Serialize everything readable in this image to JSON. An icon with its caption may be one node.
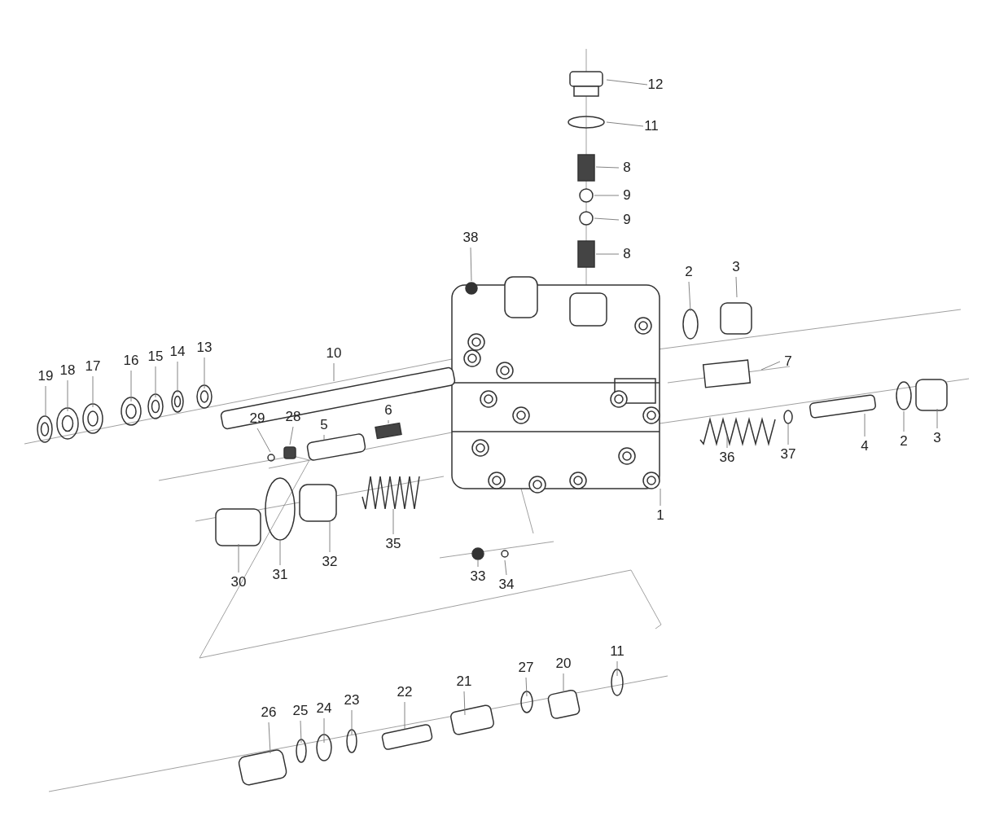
{
  "diagram": {
    "nodes": [
      {
        "text": [
          "12"
        ]
      },
      {
        "text": [
          "11"
        ]
      },
      {
        "text": [
          "8"
        ]
      },
      {
        "text": [
          "9"
        ]
      },
      {
        "text": [
          "9"
        ]
      },
      {
        "text": [
          "8"
        ]
      },
      {
        "text": [
          "38"
        ]
      },
      {
        "text": [
          "2"
        ]
      },
      {
        "text": [
          "3"
        ]
      },
      {
        "text": [
          "10"
        ]
      },
      {
        "text": [
          "7"
        ]
      },
      {
        "text": [
          "19"
        ]
      },
      {
        "text": [
          "18"
        ]
      },
      {
        "text": [
          "17"
        ]
      },
      {
        "text": [
          "16"
        ]
      },
      {
        "text": [
          "15"
        ]
      },
      {
        "text": [
          "14"
        ]
      },
      {
        "text": [
          "13"
        ]
      },
      {
        "text": [
          "29"
        ]
      },
      {
        "text": [
          "28"
        ]
      },
      {
        "text": [
          "5"
        ]
      },
      {
        "text": [
          "6"
        ]
      },
      {
        "text": [
          "36"
        ]
      },
      {
        "text": [
          "37"
        ]
      },
      {
        "text": [
          "4"
        ]
      },
      {
        "text": [
          "2"
        ]
      },
      {
        "text": [
          "3"
        ]
      },
      {
        "text": [
          "1"
        ]
      },
      {
        "text": [
          "30"
        ]
      },
      {
        "text": [
          "31"
        ]
      },
      {
        "text": [
          "32"
        ]
      },
      {
        "text": [
          "35"
        ]
      },
      {
        "text": [
          "33"
        ]
      },
      {
        "text": [
          "34"
        ]
      },
      {
        "text": [
          "26"
        ]
      },
      {
        "text": [
          "25"
        ]
      },
      {
        "text": [
          "24"
        ]
      },
      {
        "text": [
          "23"
        ]
      },
      {
        "text": [
          "22"
        ]
      },
      {
        "text": [
          "21"
        ]
      },
      {
        "text": [
          "27"
        ]
      },
      {
        "text": [
          "20"
        ]
      },
      {
        "text": [
          "11"
        ]
      }
    ],
    "edges": [
      {
        "from": 0,
        "to": null,
        "arrow": "none"
      },
      {
        "from": 1,
        "to": null,
        "arrow": "none"
      },
      {
        "from": 2,
        "to": null,
        "arrow": "none"
      },
      {
        "from": 3,
        "to": null,
        "arrow": "none"
      },
      {
        "from": 4,
        "to": null,
        "arrow": "none"
      },
      {
        "from": 5,
        "to": null,
        "arrow": "none"
      },
      {
        "from": 6,
        "to": null,
        "arrow": "none"
      },
      {
        "from": 7,
        "to": null,
        "arrow": "none"
      },
      {
        "from": 8,
        "to": null,
        "arrow": "none"
      },
      {
        "from": 9,
        "to": null,
        "arrow": "none"
      },
      {
        "from": 10,
        "to": null,
        "arrow": "none"
      },
      {
        "from": 11,
        "to": null,
        "arrow": "none"
      },
      {
        "from": 12,
        "to": null,
        "arrow": "none"
      },
      {
        "from": 13,
        "to": null,
        "arrow": "none"
      },
      {
        "from": 14,
        "to": null,
        "arrow": "none"
      },
      {
        "from": 15,
        "to": null,
        "arrow": "none"
      },
      {
        "from": 16,
        "to": null,
        "arrow": "none"
      },
      {
        "from": 17,
        "to": null,
        "arrow": "none"
      },
      {
        "from": 18,
        "to": null,
        "arrow": "none"
      },
      {
        "from": 19,
        "to": null,
        "arrow": "none"
      },
      {
        "from": 20,
        "to": null,
        "arrow": "none"
      },
      {
        "from": 21,
        "to": null,
        "arrow": "none"
      },
      {
        "from": 22,
        "to": null,
        "arrow": "none"
      },
      {
        "from": 23,
        "to": null,
        "arrow": "none"
      },
      {
        "from": 24,
        "to": null,
        "arrow": "none"
      },
      {
        "from": 25,
        "to": null,
        "arrow": "none"
      },
      {
        "from": 26,
        "to": null,
        "arrow": "none"
      },
      {
        "from": 27,
        "to": null,
        "arrow": "none"
      },
      {
        "from": 28,
        "to": null,
        "arrow": "none"
      },
      {
        "from": 29,
        "to": null,
        "arrow": "none"
      },
      {
        "from": 30,
        "to": null,
        "arrow": "none"
      },
      {
        "from": 31,
        "to": null,
        "arrow": "none"
      },
      {
        "from": 32,
        "to": null,
        "arrow": "none"
      },
      {
        "from": 33,
        "to": null,
        "arrow": "none"
      },
      {
        "from": 34,
        "to": null,
        "arrow": "none"
      },
      {
        "from": 35,
        "to": null,
        "arrow": "none"
      },
      {
        "from": 36,
        "to": null,
        "arrow": "none"
      },
      {
        "from": 37,
        "to": null,
        "arrow": "none"
      },
      {
        "from": 38,
        "to": null,
        "arrow": "none"
      },
      {
        "from": 39,
        "to": null,
        "arrow": "none"
      },
      {
        "from": 40,
        "to": null,
        "arrow": "none"
      },
      {
        "from": 41,
        "to": null,
        "arrow": "none"
      },
      {
        "from": 42,
        "to": null,
        "arrow": "none"
      }
    ]
  }
}
